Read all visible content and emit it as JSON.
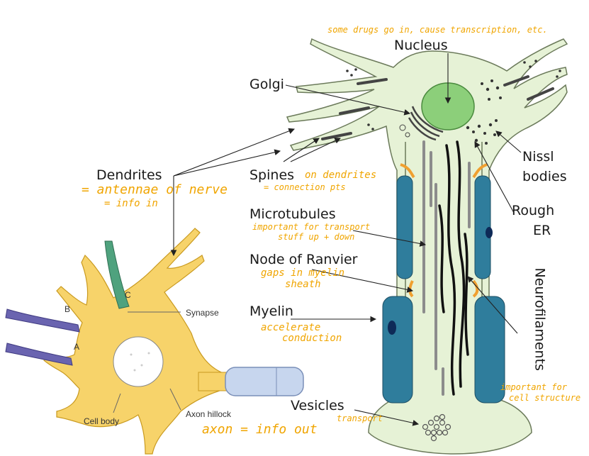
{
  "labels": {
    "nucleus": "Nucleus",
    "golgi": "Golgi",
    "dendrites": "Dendrites",
    "spines": "Spines",
    "microtubules": "Microtubules",
    "node_of_ranvier": "Node of Ranvier",
    "myelin": "Myelin",
    "nissl_line1": "Nissl",
    "nissl_line2": "bodies",
    "rough_line1": "Rough",
    "rough_line2": "ER",
    "neurofilaments": "Neurofilaments",
    "vesicles": "Vesicles",
    "synapse": "Synapse",
    "cell_body": "Cell body",
    "axon_hillock": "Axon hillock",
    "letter_a": "A",
    "letter_b": "B",
    "letter_c": "C"
  },
  "notes": {
    "nucleus_note": "some drugs go in, cause transcription, etc.",
    "dendrites_note1": "= antennae of nerve",
    "dendrites_note2": "= info in",
    "spines_note1": "on dendrites",
    "spines_note2": "= connection pts",
    "microtubules_note1": "important for transport",
    "microtubules_note2": "stuff up + down",
    "node_note1": "gaps in myelin",
    "node_note2": "sheath",
    "myelin_note1": "accelerate",
    "myelin_note2": "conduction",
    "neurofilaments_note1": "important for",
    "neurofilaments_note2": "cell structure",
    "vesicles_note": "transport",
    "axon_note": "axon = info out"
  },
  "colors": {
    "cell_fill": "#e6f2d6",
    "nucleus_fill": "#8ccf7a",
    "myelin_fill": "#2f7d9c",
    "node_orange": "#f0a030",
    "neuron_yellow": "#f7d36a",
    "synapse_green": "#4fa27e",
    "synapse_purple": "#6a64b0",
    "note_orange": "#f0a500"
  }
}
